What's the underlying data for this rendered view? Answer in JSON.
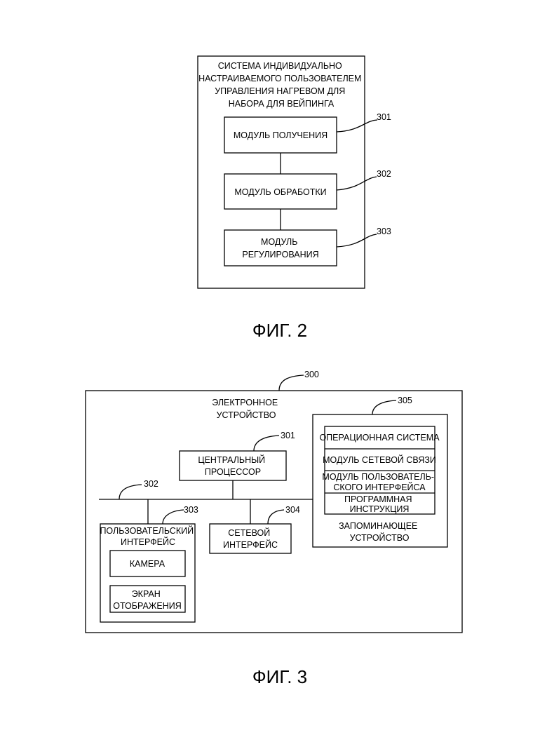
{
  "fig2": {
    "system_title": [
      "СИСТЕМА ИНДИВИДУАЛЬНО",
      "НАСТРАИВАЕМОГО ПОЛЬЗОВАТЕЛЕМ",
      "УПРАВЛЕНИЯ НАГРЕВОМ ДЛЯ",
      "НАБОРА ДЛЯ ВЕЙПИНГА"
    ],
    "module_acquire": "МОДУЛЬ ПОЛУЧЕНИЯ",
    "module_process": "МОДУЛЬ ОБРАБОТКИ",
    "module_regulate": [
      "МОДУЛЬ",
      "РЕГУЛИРОВАНИЯ"
    ],
    "ref_301": "301",
    "ref_302": "302",
    "ref_303": "303",
    "caption": "ФИГ. 2"
  },
  "fig3": {
    "ref_300": "300",
    "device_title": [
      "ЭЛЕКТРОННОЕ",
      "УСТРОЙСТВО"
    ],
    "cpu": [
      "ЦЕНТРАЛЬНЫЙ",
      "ПРОЦЕССОР"
    ],
    "ref_301": "301",
    "ref_302": "302",
    "ref_303": "303",
    "ref_304": "304",
    "ref_305": "305",
    "user_interface": [
      "ПОЛЬЗОВАТЕЛЬСКИЙ",
      "ИНТЕРФЕЙС"
    ],
    "camera": "КАМЕРА",
    "display_screen": [
      "ЭКРАН",
      "ОТОБРАЖЕНИЯ"
    ],
    "network_interface": [
      "СЕТЕВОЙ",
      "ИНТЕРФЕЙС"
    ],
    "memory_items": {
      "os": "ОПЕРАЦИОННАЯ СИСТЕМА",
      "network_module": "МОДУЛЬ СЕТЕВОЙ СВЯЗИ",
      "ui_module": [
        "МОДУЛЬ ПОЛЬЗОВАТЕЛЬ-",
        "СКОГО ИНТЕРФЕЙСА"
      ],
      "program_instruction": [
        "ПРОГРАММНАЯ",
        "ИНСТРУКЦИЯ"
      ]
    },
    "memory_title": [
      "ЗАПОМИНАЮЩЕЕ",
      "УСТРОЙСТВО"
    ],
    "caption": "ФИГ. 3"
  }
}
